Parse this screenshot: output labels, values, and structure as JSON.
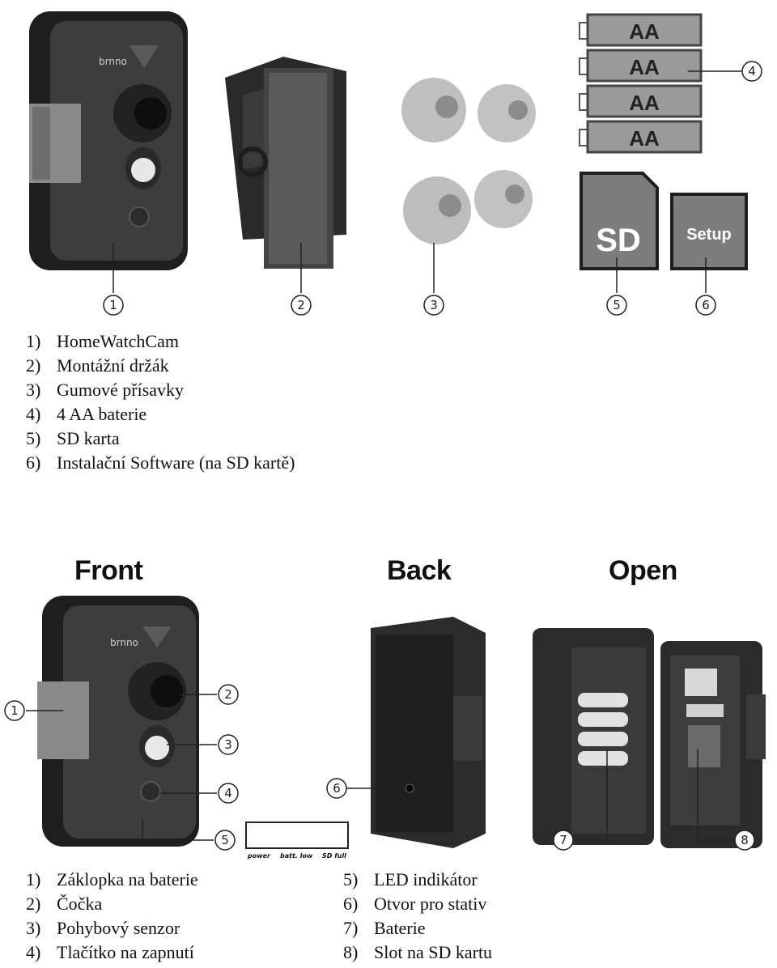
{
  "top": {
    "battery_label": "AA",
    "sd_label": "SD",
    "setup_label": "Setup",
    "callouts": [
      "1",
      "2",
      "3",
      "4",
      "5",
      "6"
    ],
    "items": [
      {
        "num": "1)",
        "text": "HomeWatchCam"
      },
      {
        "num": "2)",
        "text": "Montážní držák"
      },
      {
        "num": "3)",
        "text": "Gumové přísavky"
      },
      {
        "num": "4)",
        "text": "4 AA baterie"
      },
      {
        "num": "5)",
        "text": "SD karta"
      },
      {
        "num": "6)",
        "text": "Instalační Software (na SD kartě)"
      }
    ]
  },
  "bottom": {
    "views": {
      "front": "Front",
      "back": "Back",
      "open": "Open"
    },
    "callouts": [
      "1",
      "2",
      "3",
      "4",
      "5",
      "6",
      "7",
      "8"
    ],
    "led_labels": [
      "power",
      "batt. low",
      "SD full"
    ],
    "left_items": [
      {
        "num": "1)",
        "text": "Záklopka na baterie"
      },
      {
        "num": "2)",
        "text": "Čočka"
      },
      {
        "num": "3)",
        "text": "Pohybový senzor"
      },
      {
        "num": "4)",
        "text": "Tlačítko na zapnutí"
      }
    ],
    "right_items": [
      {
        "num": "5)",
        "text": "LED indikátor"
      },
      {
        "num": "6)",
        "text": "Otvor pro stativ"
      },
      {
        "num": "7)",
        "text": "Baterie"
      },
      {
        "num": "8)",
        "text": "Slot na SD kartu"
      }
    ]
  },
  "colors": {
    "device_dark": "#2b2b2b",
    "device_mid": "#4a4a4a",
    "battery_gray": "#9a9a9a",
    "card_gray": "#7d7d7d"
  }
}
